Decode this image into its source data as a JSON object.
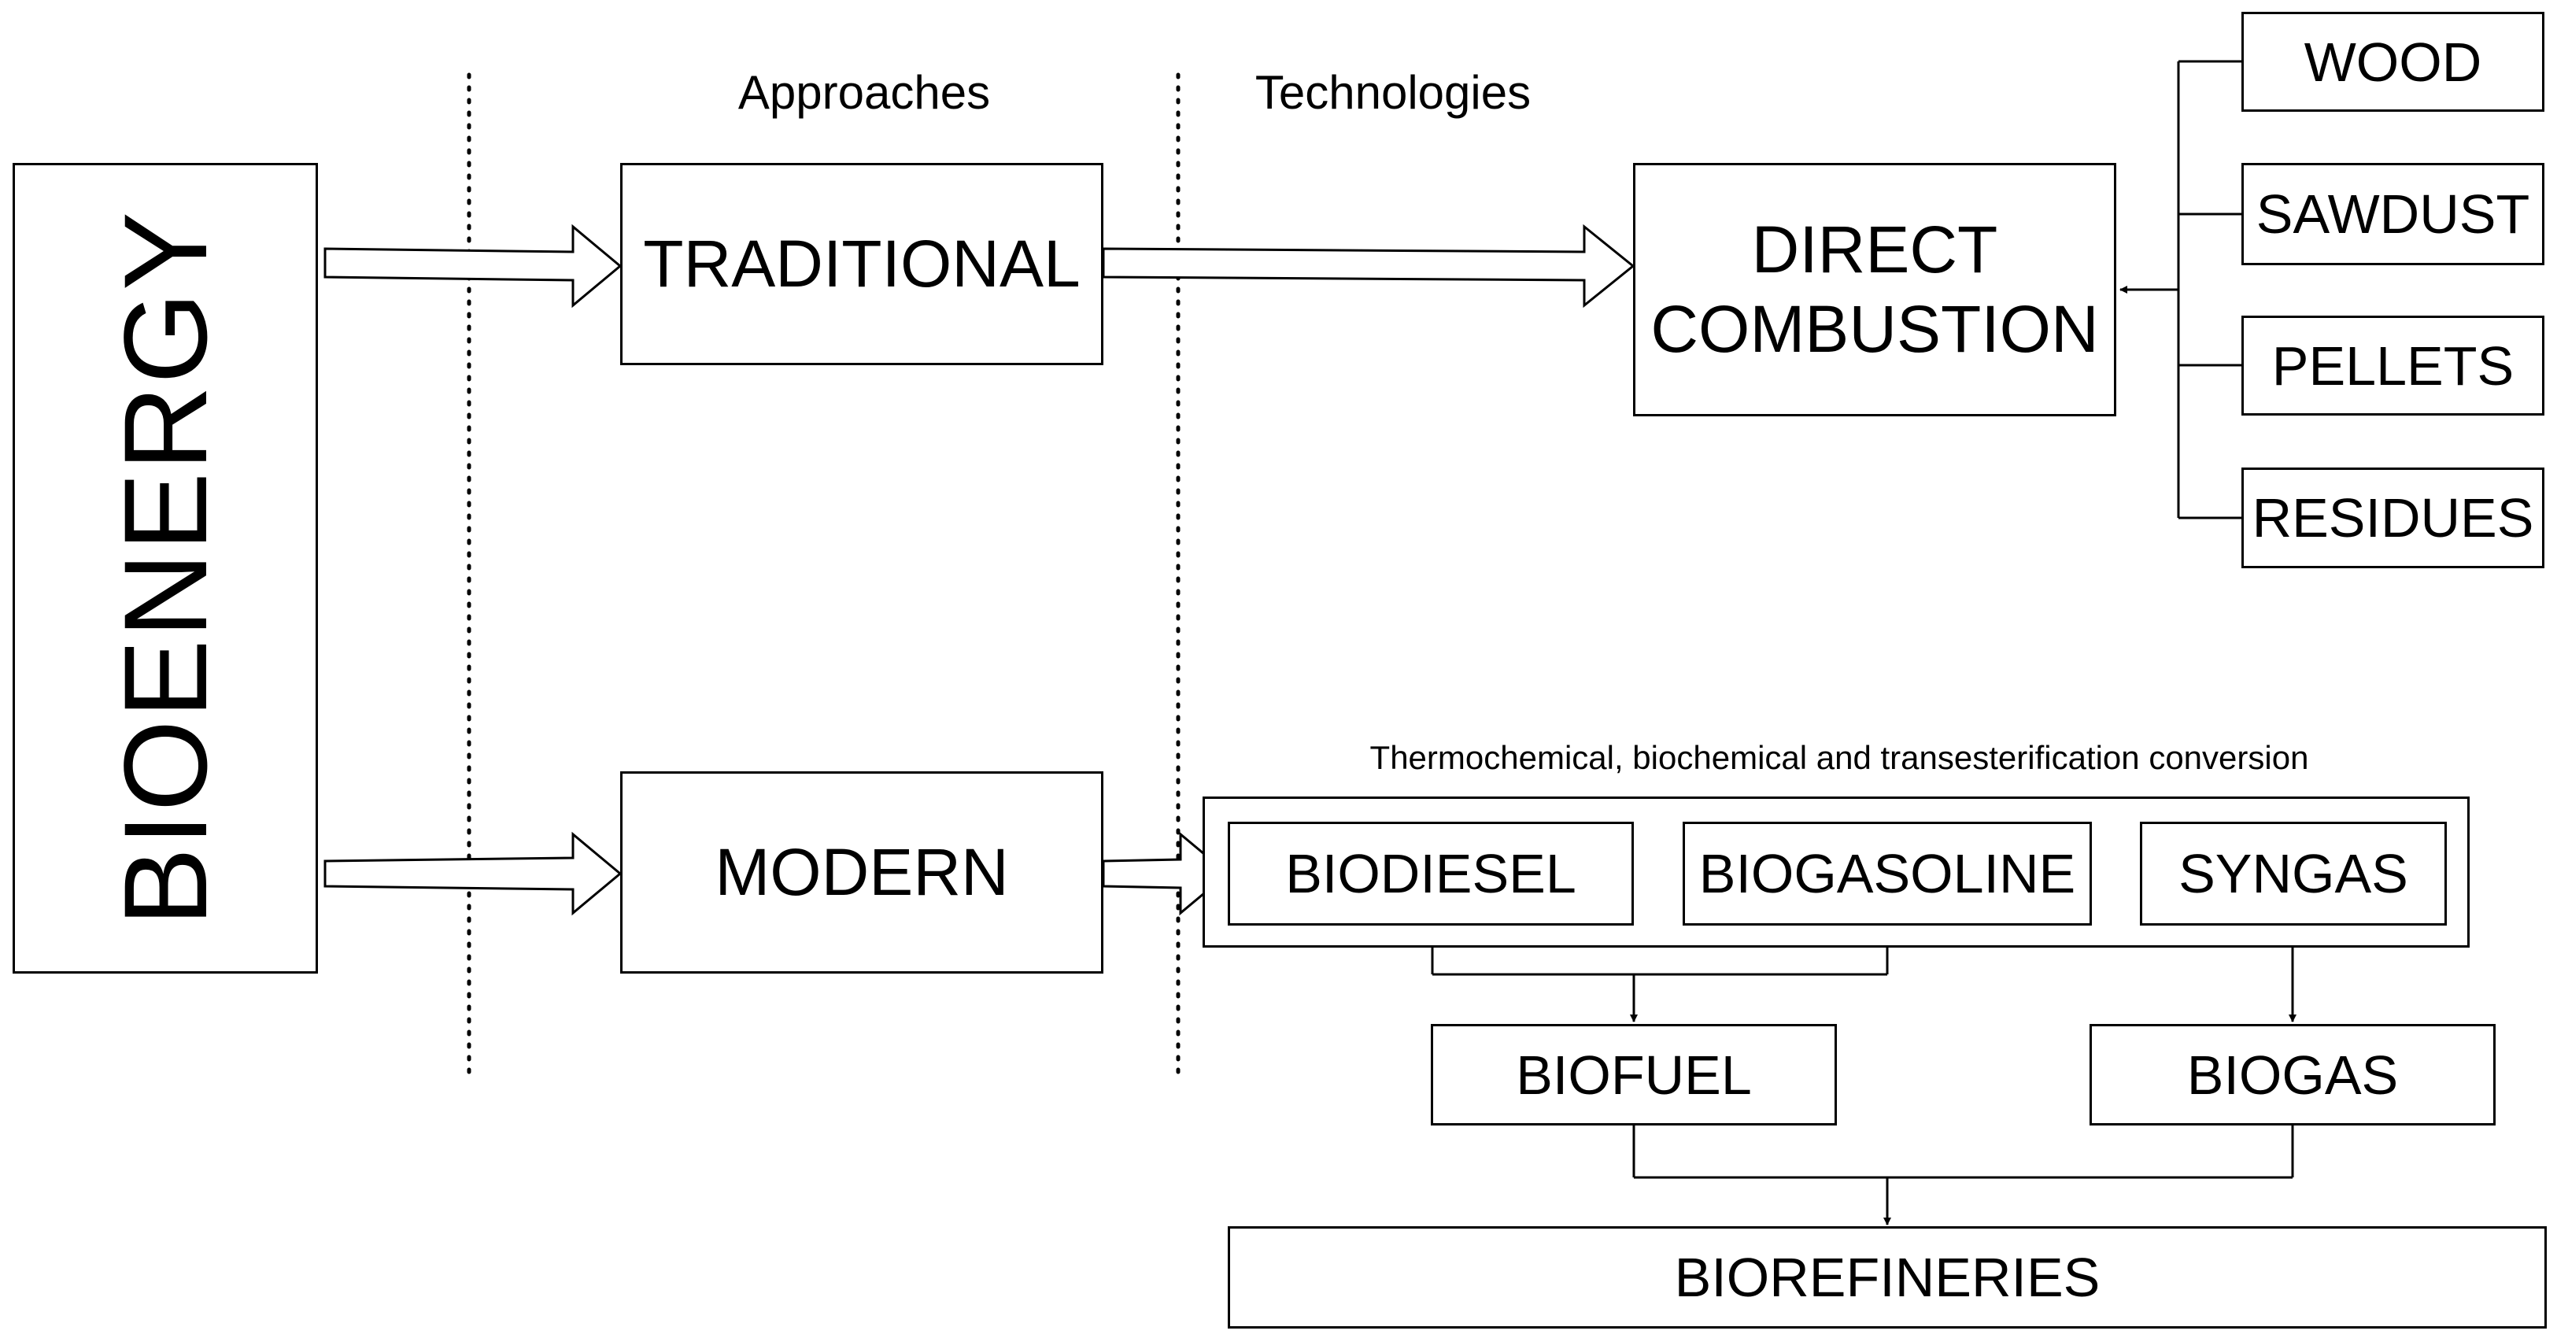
{
  "root": {
    "label": "BIOENERGY"
  },
  "columns": {
    "approaches": "Approaches",
    "technologies": "Technologies"
  },
  "approaches": {
    "traditional": "TRADITIONAL",
    "modern": "MODERN"
  },
  "traditional_branch": {
    "direct_combustion": {
      "line1": "DIRECT",
      "line2": "COMBUSTION"
    },
    "feedstocks": [
      "WOOD",
      "SAWDUST",
      "PELLETS",
      "RESIDUES"
    ]
  },
  "modern_branch": {
    "conversion_label": "Thermochemical, biochemical and transesterification conversion",
    "products": [
      "BIODIESEL",
      "BIOGASOLINE",
      "SYNGAS"
    ],
    "intermediates": {
      "biofuel": "BIOFUEL",
      "biogas": "BIOGAS"
    },
    "output": "BIOREFINERIES"
  }
}
